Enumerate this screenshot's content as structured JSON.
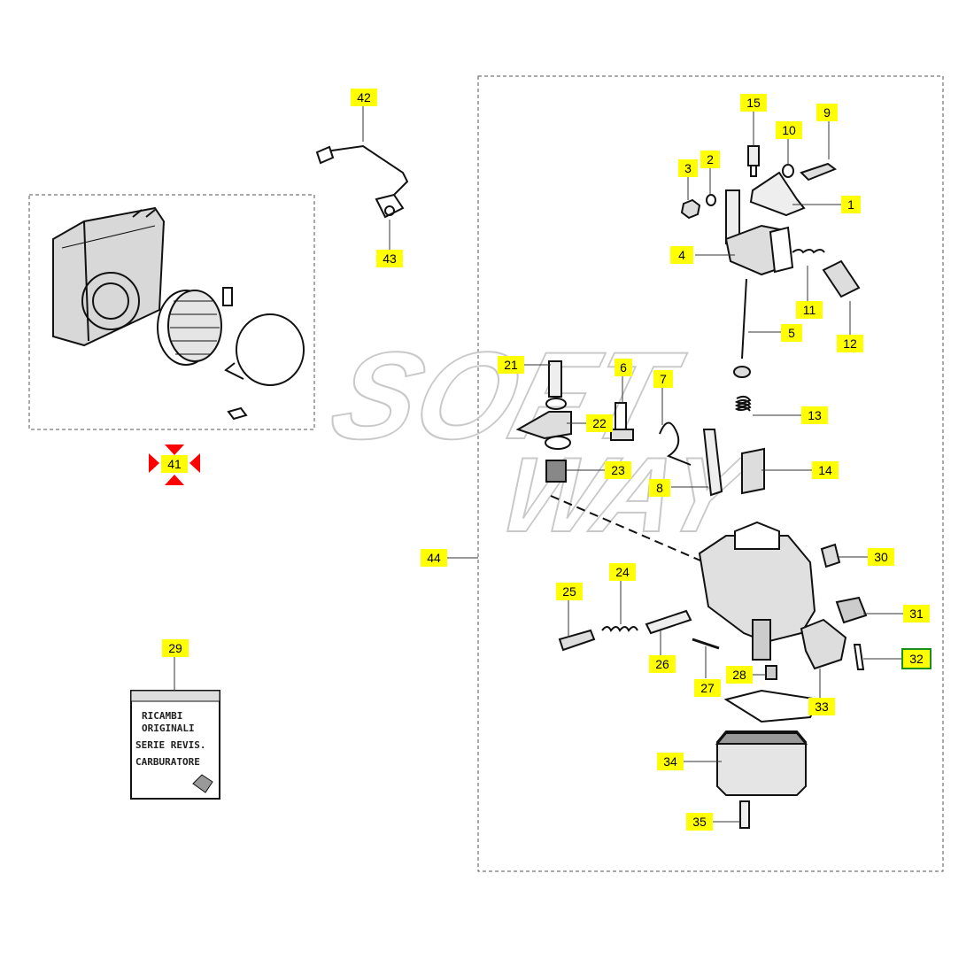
{
  "watermark": {
    "line1": "SOFT",
    "line2": "WAY"
  },
  "kit_label": {
    "line1": "RICAMBI",
    "line2": "ORIGINALI",
    "line3": "SERIE REVIS.",
    "line4": "CARBURATORE"
  },
  "colors": {
    "callout_bg": "#ffff00",
    "selected_border": "#1b8f1b",
    "marker_red": "#ff0000"
  },
  "callouts": [
    {
      "id": "1",
      "label": "1"
    },
    {
      "id": "2",
      "label": "2"
    },
    {
      "id": "3",
      "label": "3"
    },
    {
      "id": "4",
      "label": "4"
    },
    {
      "id": "5",
      "label": "5"
    },
    {
      "id": "6",
      "label": "6"
    },
    {
      "id": "7",
      "label": "7"
    },
    {
      "id": "8",
      "label": "8"
    },
    {
      "id": "9",
      "label": "9"
    },
    {
      "id": "10",
      "label": "10"
    },
    {
      "id": "11",
      "label": "11"
    },
    {
      "id": "12",
      "label": "12"
    },
    {
      "id": "13",
      "label": "13"
    },
    {
      "id": "14",
      "label": "14"
    },
    {
      "id": "15",
      "label": "15"
    },
    {
      "id": "21",
      "label": "21"
    },
    {
      "id": "22",
      "label": "22"
    },
    {
      "id": "23",
      "label": "23"
    },
    {
      "id": "24",
      "label": "24"
    },
    {
      "id": "25",
      "label": "25"
    },
    {
      "id": "26",
      "label": "26"
    },
    {
      "id": "27",
      "label": "27"
    },
    {
      "id": "28",
      "label": "28"
    },
    {
      "id": "29",
      "label": "29"
    },
    {
      "id": "30",
      "label": "30"
    },
    {
      "id": "31",
      "label": "31"
    },
    {
      "id": "32",
      "label": "32",
      "selected": true
    },
    {
      "id": "33",
      "label": "33"
    },
    {
      "id": "34",
      "label": "34"
    },
    {
      "id": "35",
      "label": "35"
    },
    {
      "id": "41",
      "label": "41",
      "group_marker": true
    },
    {
      "id": "42",
      "label": "42"
    },
    {
      "id": "43",
      "label": "43"
    },
    {
      "id": "44",
      "label": "44"
    }
  ]
}
